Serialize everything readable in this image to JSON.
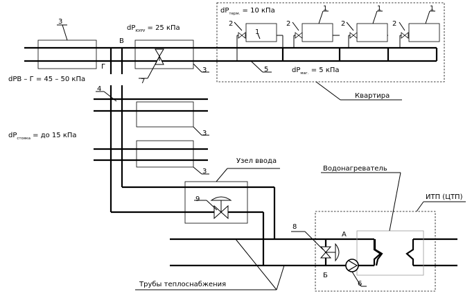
{
  "labels": {
    "apartment": "Квартира",
    "entry_node": "Узел ввода",
    "water_heater": "Водонагреватель",
    "itp": "ИТП (ЦТП)",
    "heat_pipes": "Трубы теплоснабжения",
    "point_v": "В",
    "point_g": "Г",
    "point_a": "А",
    "point_b": "Б"
  },
  "pressures": {
    "dp_kuru_main": "dP",
    "dp_kuru_sub": "КУРУ",
    "dp_kuru_value": " = 25 кПа",
    "dp_term_main": "dP",
    "dp_term_sub": "терм.",
    "dp_term_value": " = 10 кПа",
    "dp_mag_main": "dP",
    "dp_mag_sub": "маг.",
    "dp_mag_value": " = 5 кПа",
    "dp_vg": "dPВ – Г = 45 – 50 кПа",
    "dp_stoyka_main": "dP",
    "dp_stoyka_sub": "стояка",
    "dp_stoyka_value": " = до 15 кПа"
  },
  "callouts": {
    "radiator": "1",
    "thermo_valve": "2",
    "insulation": "3",
    "riser": "4",
    "pipe_main": "5",
    "pump": "6",
    "pressure_regulator": "7",
    "valve_itp": "8",
    "valve_entry": "9"
  }
}
